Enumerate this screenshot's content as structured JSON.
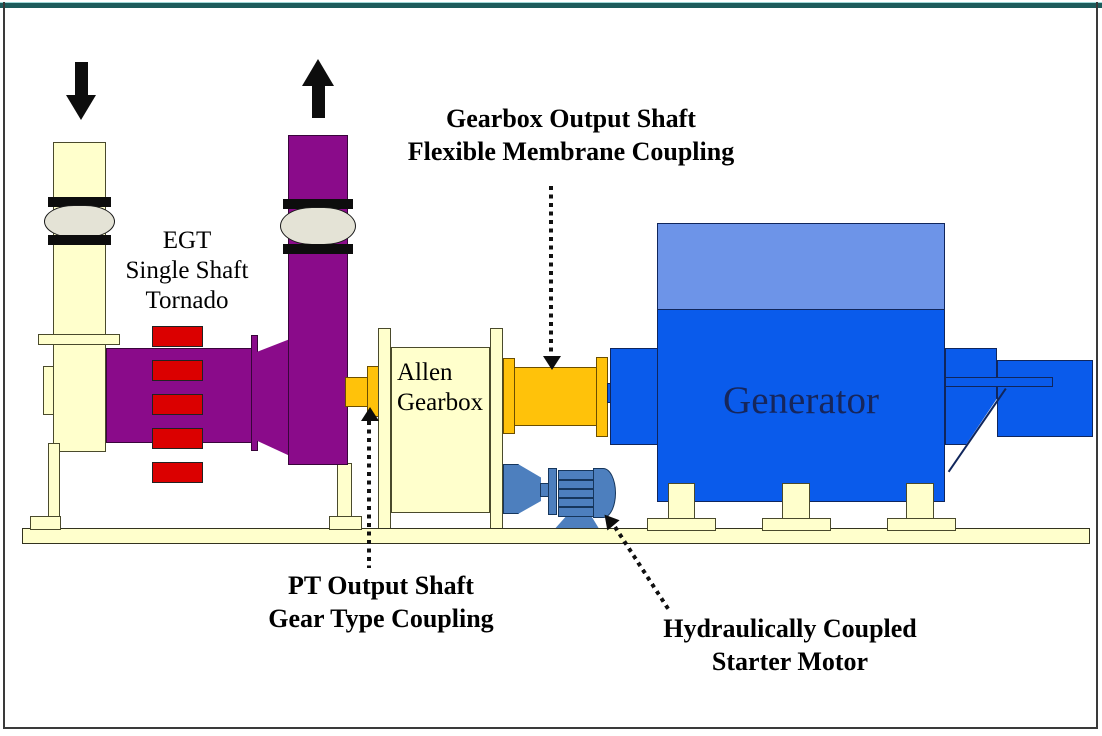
{
  "slide": {
    "background": "#FFFFFF",
    "frame_top_bar_color": "#1D5C5C",
    "frame_border_color": "#3A3A3A"
  },
  "labels": {
    "egt": {
      "line1": "EGT",
      "line2": "Single Shaft",
      "line3": "Tornado"
    },
    "gearbox": {
      "line1": "Allen",
      "line2": "Gearbox"
    },
    "generator": "Generator",
    "gearbox_output_coupling": {
      "line1": "Gearbox Output Shaft",
      "line2": "Flexible Membrane Coupling"
    },
    "pt_output_coupling": {
      "line1": "PT Output Shaft",
      "line2": "Gear Type Coupling"
    },
    "starter_motor": {
      "line1": "Hydraulically Coupled",
      "line2": "Starter Motor"
    }
  },
  "colors": {
    "cream_equipment": "#FFFFCC",
    "turbine_purple": "#8A0B8A",
    "combustor_red": "#DB0000",
    "coupling_gold": "#FFC20A",
    "generator_blue": "#0A5BEB",
    "generator_top_blue": "#6D94E8",
    "starter_motor_blue": "#4D7FBE",
    "expansion_joint_grey": "#E4E3D6",
    "annotation_text": "#000000",
    "generator_text": "#16265C",
    "arrow_black": "#0D0D0D"
  },
  "icons": {
    "inlet_arrow": "down-arrow",
    "exhaust_arrow": "up-arrow",
    "callout_lines": "dotted-arrow"
  }
}
